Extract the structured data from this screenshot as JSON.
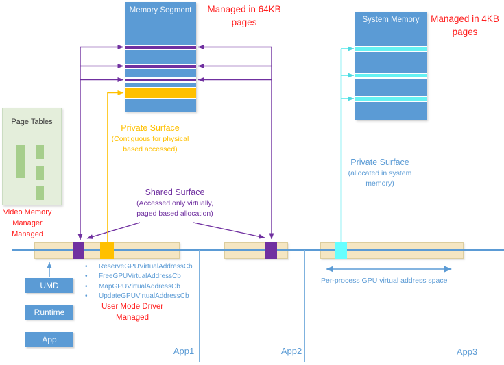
{
  "colors": {
    "accent_blue": "#5b9bd5",
    "purple": "#7030a0",
    "orange": "#ffc000",
    "cyan": "#66ffff",
    "tan_bar": "#f5e6c2",
    "green_box": "#e4eedb",
    "green_bar": "#a6ce8c",
    "red_text": "#ff2020"
  },
  "memory_segment": {
    "title": "Memory Segment",
    "note": "Managed in 64KB pages"
  },
  "system_memory": {
    "title": "System Memory",
    "note": "Managed in 4KB pages"
  },
  "page_tables": {
    "title": "Page Tables",
    "note": "Video Memory Manager Managed"
  },
  "surfaces": {
    "private_local": {
      "title": "Private Surface",
      "subtitle": "(Contiguous for physical based accessed)"
    },
    "shared": {
      "title": "Shared Surface",
      "subtitle": "(Accessed only virtually, paged based allocation)"
    },
    "private_system": {
      "title": "Private Surface",
      "subtitle": "(allocated in system memory)"
    }
  },
  "callbacks": [
    "ReserveGPUVirtualAddressCb",
    "FreeGPUVirtualAddressCb",
    "MapGPUVirtualAddressCb",
    "UpdateGPUVirtualAddressCb"
  ],
  "notes": {
    "user_mode_driver": "User Mode Driver Managed",
    "address_space": "Per-process GPU virtual address space"
  },
  "stack": [
    {
      "label": "UMD"
    },
    {
      "label": "Runtime"
    },
    {
      "label": "App"
    }
  ],
  "apps": [
    {
      "label": "App1"
    },
    {
      "label": "App2"
    },
    {
      "label": "App3"
    }
  ]
}
